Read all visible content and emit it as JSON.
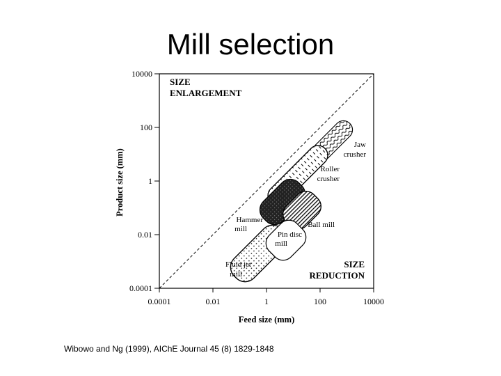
{
  "slide": {
    "title": "Mill selection",
    "citation": "Wibowo and Ng (1999), AIChE Journal 45 (8) 1829-1848"
  },
  "diagram": {
    "y_axis_label": "Product size (mm)",
    "x_axis_label": "Feed size (mm)",
    "y_ticks": [
      "10000",
      "100",
      "1",
      "0.01",
      "0.0001"
    ],
    "x_ticks": [
      "0.0001",
      "0.01",
      "1",
      "100",
      "10000"
    ],
    "region_top": [
      "SIZE",
      "ENLARGEMENT"
    ],
    "region_bottom": [
      "SIZE",
      "REDUCTION"
    ],
    "mills": [
      {
        "id": "jaw",
        "label": [
          "Jaw",
          "crusher"
        ]
      },
      {
        "id": "roller",
        "label": [
          "Roller",
          "crusher"
        ]
      },
      {
        "id": "hammer",
        "label": [
          "Hammer",
          "mill"
        ]
      },
      {
        "id": "ball",
        "label": [
          "Ball mill"
        ]
      },
      {
        "id": "pin",
        "label": [
          "Pin disc",
          "mill"
        ]
      },
      {
        "id": "fluid",
        "label": [
          "Fluid jet",
          "mill"
        ]
      }
    ]
  }
}
